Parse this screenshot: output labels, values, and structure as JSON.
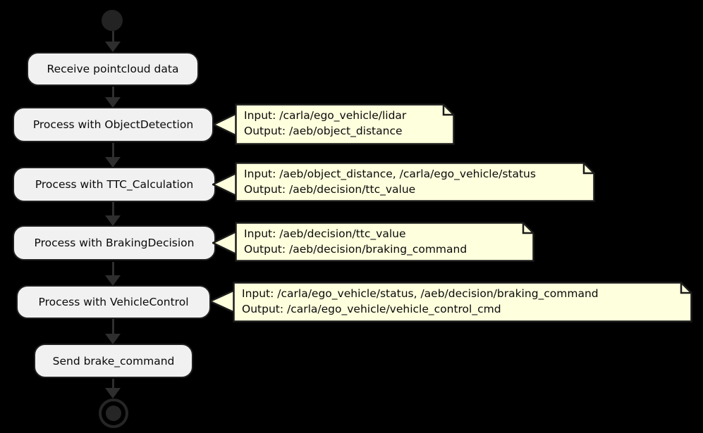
{
  "diagram": {
    "type": "activity-flowchart",
    "background": "#000000",
    "colors": {
      "activity_fill": "#F1F1F1",
      "activity_border": "#1F1F1F",
      "note_fill": "#FEFFDD",
      "note_border": "#1B1B1B",
      "arrow": "#2E2E2E",
      "terminal": "#232323",
      "text": "#0A0A0A"
    },
    "activities": [
      {
        "label": "Receive pointcloud data"
      },
      {
        "label": "Process with ObjectDetection"
      },
      {
        "label": "Process with TTC_Calculation"
      },
      {
        "label": "Process with BrakingDecision"
      },
      {
        "label": "Process with VehicleControl"
      },
      {
        "label": "Send brake_command"
      }
    ],
    "notes": [
      {
        "attached_to": "Process with ObjectDetection",
        "line1": "Input: /carla/ego_vehicle/lidar",
        "line2": "Output: /aeb/object_distance"
      },
      {
        "attached_to": "Process with TTC_Calculation",
        "line1": "Input: /aeb/object_distance, /carla/ego_vehicle/status",
        "line2": "Output: /aeb/decision/ttc_value"
      },
      {
        "attached_to": "Process with BrakingDecision",
        "line1": "Input: /aeb/decision/ttc_value",
        "line2": "Output: /aeb/decision/braking_command"
      },
      {
        "attached_to": "Process with VehicleControl",
        "line1": "Input: /carla/ego_vehicle/status, /aeb/decision/braking_command",
        "line2": "Output: /carla/ego_vehicle/vehicle_control_cmd"
      }
    ]
  }
}
